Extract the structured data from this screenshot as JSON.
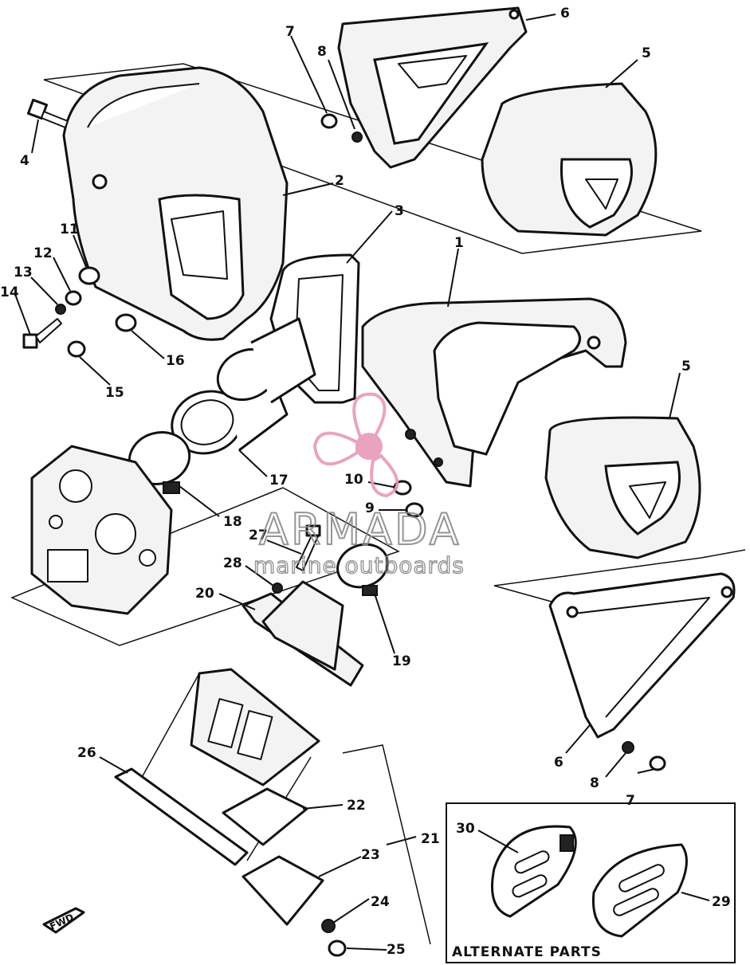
{
  "callouts": {
    "c1": "1",
    "c2": "2",
    "c3": "3",
    "c4": "4",
    "c5a": "5",
    "c5b": "5",
    "c6a": "6",
    "c6b": "6",
    "c7a": "7",
    "c7b": "7",
    "c8a": "8",
    "c8b": "8",
    "c9": "9",
    "c10": "10",
    "c11": "11",
    "c12": "12",
    "c13": "13",
    "c14": "14",
    "c15": "15",
    "c16": "16",
    "c17": "17",
    "c18": "18",
    "c19": "19",
    "c20": "20",
    "c21": "21",
    "c22": "22",
    "c23": "23",
    "c24": "24",
    "c25": "25",
    "c26": "26",
    "c27": "27",
    "c28": "28",
    "c29": "29",
    "c30": "30"
  },
  "alternate_parts": {
    "title": "ALTERNATE PARTS"
  },
  "fwd_marker": "FWD",
  "watermark": {
    "brand": "ARMADA",
    "tagline": "marine outboards",
    "logo_color": "#e89ab8"
  }
}
